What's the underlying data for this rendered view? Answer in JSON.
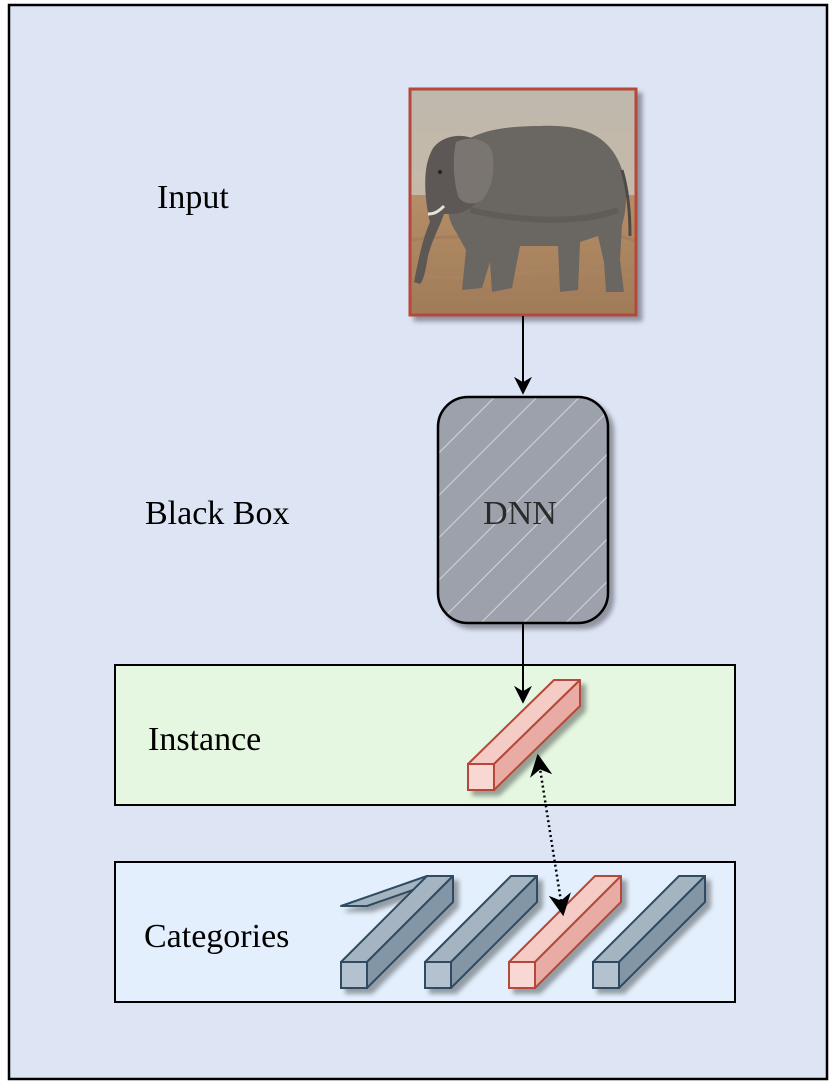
{
  "labels": {
    "input": "Input",
    "black_box": "Black Box",
    "dnn": "DNN",
    "instance": "Instance",
    "categories": "Categories"
  },
  "input_image": {
    "subject": "elephant photo"
  },
  "categories": {
    "count": 4,
    "highlighted_index": 2
  },
  "colors": {
    "background": "#dde4f4",
    "frame": "#000000",
    "image_border": "#b5473a",
    "dnn_fill": "#9ca1ab",
    "instance_panel": "#e5f7e1",
    "categories_panel": "#e3effc",
    "vector_red_fill": "#f3c1bc",
    "vector_red_stroke": "#b5473a",
    "vector_gray_fill": "#92a4b2",
    "vector_gray_stroke": "#2d4b63"
  }
}
